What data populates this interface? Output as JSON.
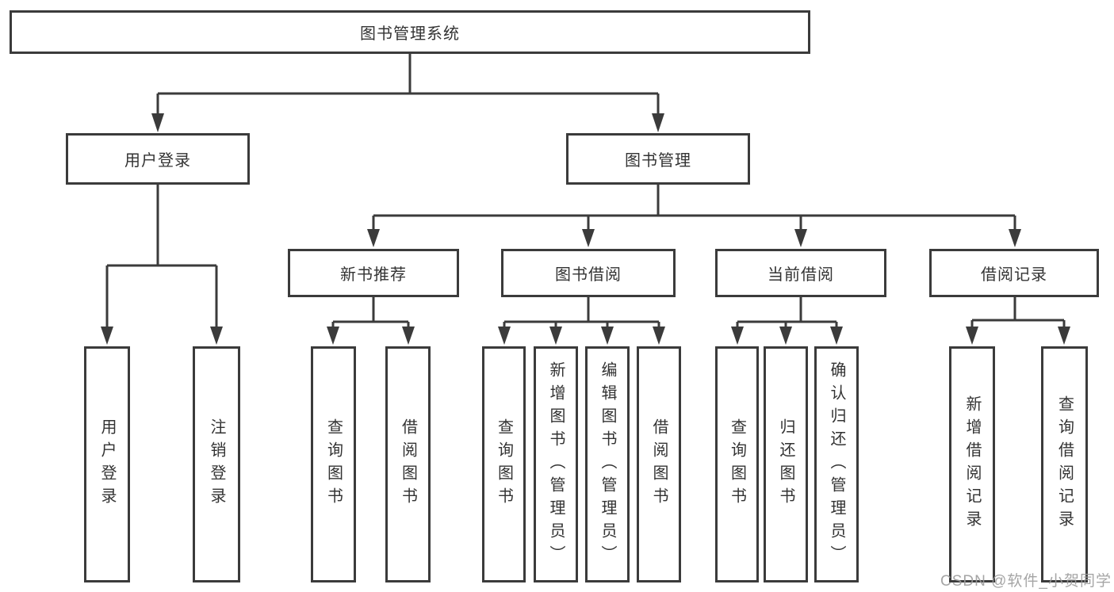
{
  "diagram": {
    "root": {
      "label": "图书管理系统"
    },
    "level2": {
      "user_login": {
        "label": "用户登录"
      },
      "book_management": {
        "label": "图书管理"
      }
    },
    "level3": {
      "new_book_recommend": {
        "label": "新书推荐"
      },
      "book_borrow": {
        "label": "图书借阅"
      },
      "current_borrow": {
        "label": "当前借阅"
      },
      "borrow_records": {
        "label": "借阅记录"
      }
    },
    "leaves": {
      "user_login": [
        {
          "label": "用户登录"
        },
        {
          "label": "注销登录"
        }
      ],
      "new_book_recommend": [
        {
          "label": "查询图书"
        },
        {
          "label": "借阅图书"
        }
      ],
      "book_borrow": [
        {
          "label": "查询图书"
        },
        {
          "label": "新增图书（管理员）"
        },
        {
          "label": "编辑图书（管理员）"
        },
        {
          "label": "借阅图书"
        }
      ],
      "current_borrow": [
        {
          "label": "查询图书"
        },
        {
          "label": "归还图书"
        },
        {
          "label": "确认归还（管理员）"
        }
      ],
      "borrow_records": [
        {
          "label": "新增借阅记录"
        },
        {
          "label": "查询借阅记录"
        }
      ]
    },
    "watermark": "CSDN @软件_小贺同学",
    "colors": {
      "line": "#3b3b3b",
      "text": "#333333",
      "background": "#ffffff",
      "watermark": "#9c9c9c"
    }
  }
}
